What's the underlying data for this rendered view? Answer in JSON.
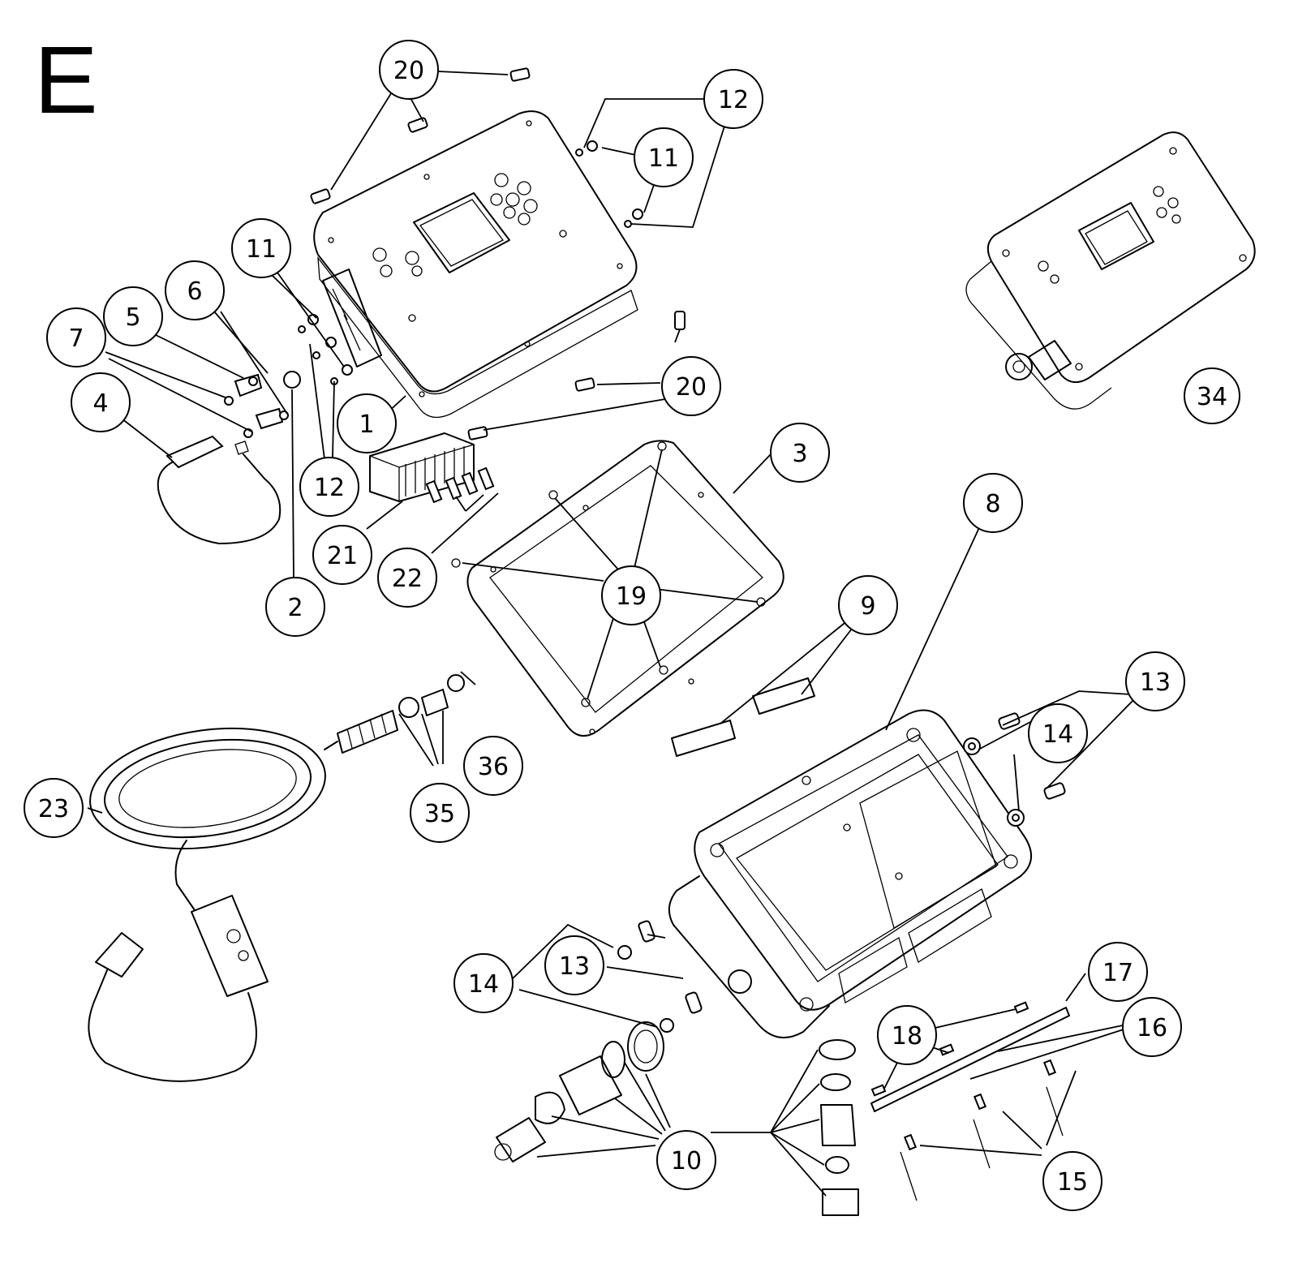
{
  "sheet_label": "E",
  "callouts": [
    {
      "id": "c20a",
      "label": "20"
    },
    {
      "id": "c12a",
      "label": "12"
    },
    {
      "id": "c11a",
      "label": "11"
    },
    {
      "id": "c11b",
      "label": "11"
    },
    {
      "id": "c6",
      "label": "6"
    },
    {
      "id": "c5",
      "label": "5"
    },
    {
      "id": "c7",
      "label": "7"
    },
    {
      "id": "c4",
      "label": "4"
    },
    {
      "id": "c1",
      "label": "1"
    },
    {
      "id": "c20b",
      "label": "20"
    },
    {
      "id": "c12b",
      "label": "12"
    },
    {
      "id": "c21",
      "label": "21"
    },
    {
      "id": "c22",
      "label": "22"
    },
    {
      "id": "c2",
      "label": "2"
    },
    {
      "id": "c3",
      "label": "3"
    },
    {
      "id": "c19",
      "label": "19"
    },
    {
      "id": "c34",
      "label": "34"
    },
    {
      "id": "c8",
      "label": "8"
    },
    {
      "id": "c9",
      "label": "9"
    },
    {
      "id": "c13a",
      "label": "13"
    },
    {
      "id": "c14a",
      "label": "14"
    },
    {
      "id": "c36",
      "label": "36"
    },
    {
      "id": "c35",
      "label": "35"
    },
    {
      "id": "c23",
      "label": "23"
    },
    {
      "id": "c14b",
      "label": "14"
    },
    {
      "id": "c13b",
      "label": "13"
    },
    {
      "id": "c17",
      "label": "17"
    },
    {
      "id": "c18",
      "label": "18"
    },
    {
      "id": "c16",
      "label": "16"
    },
    {
      "id": "c10",
      "label": "10"
    },
    {
      "id": "c15",
      "label": "15"
    }
  ]
}
